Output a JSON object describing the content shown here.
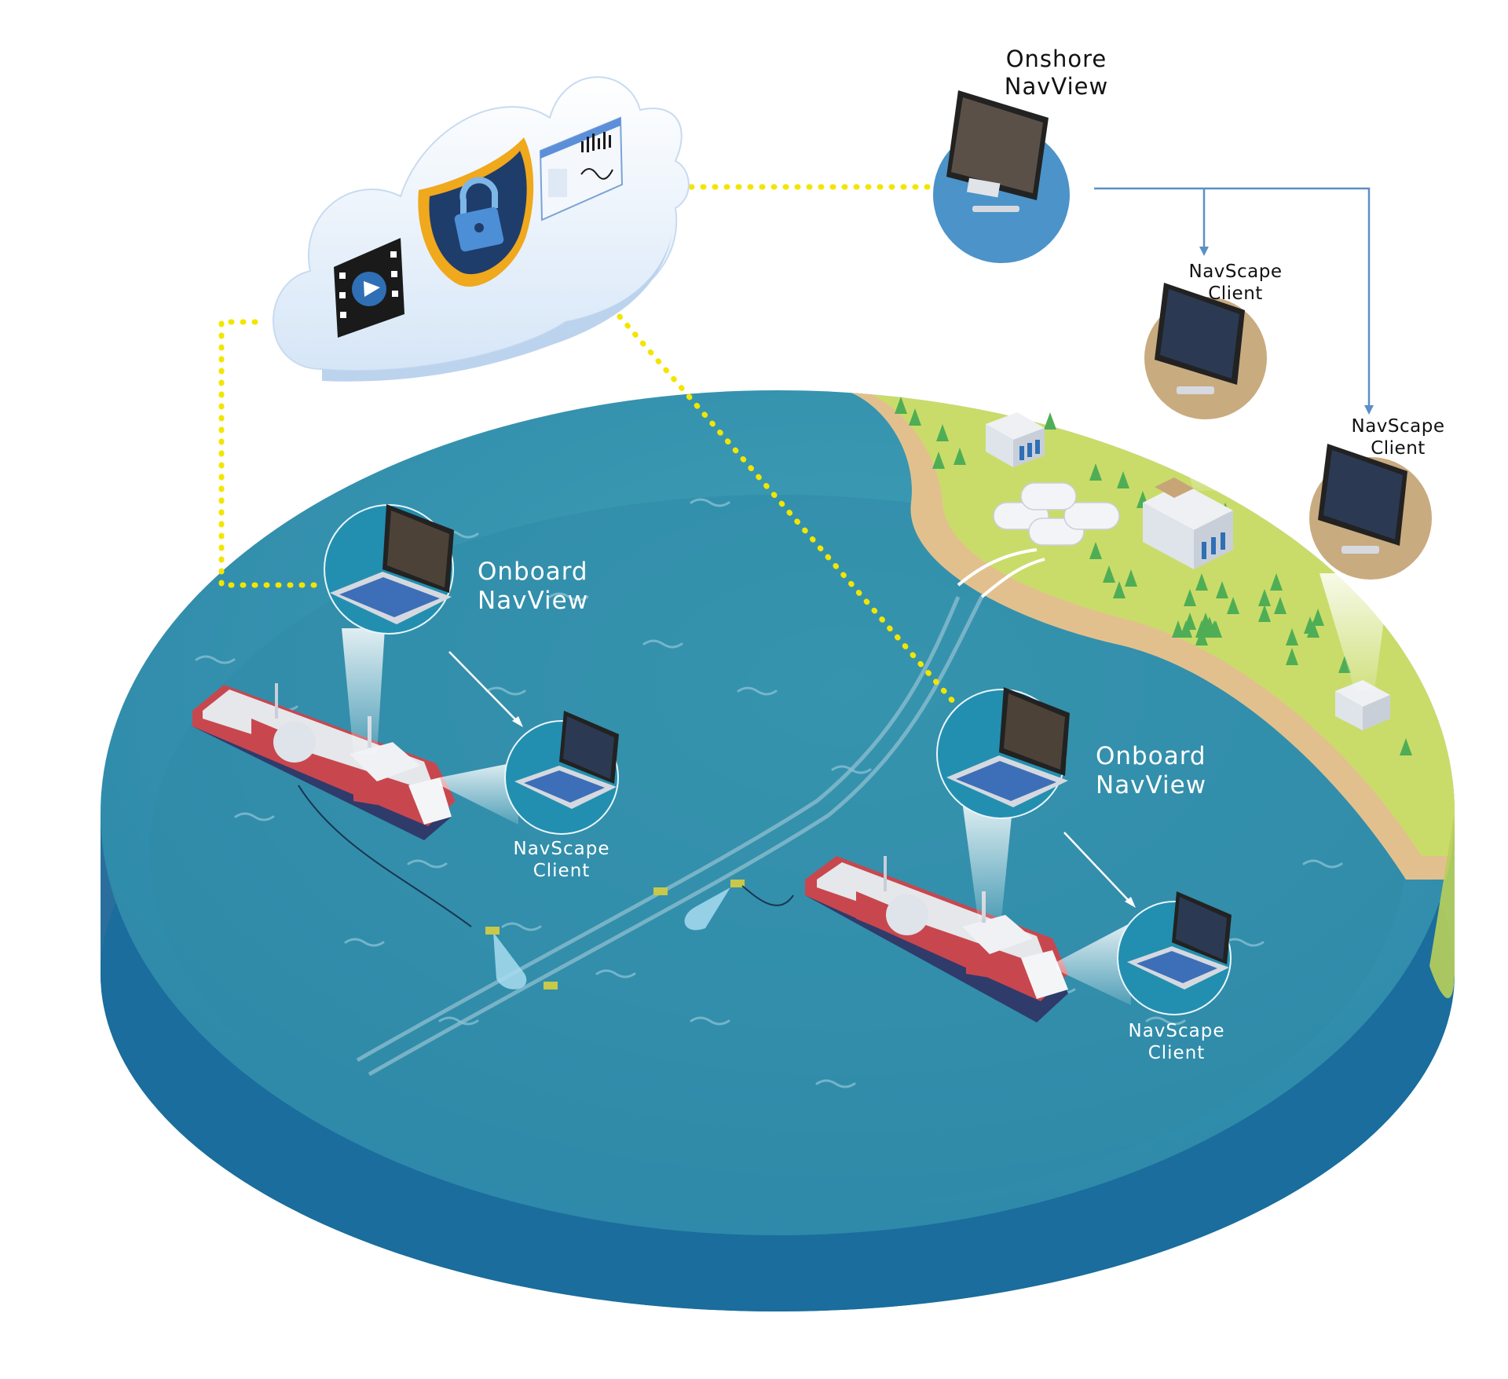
{
  "labels": {
    "onshore_navview": [
      "Onshore",
      "NavView"
    ],
    "onboard_navview_left": [
      "Onboard",
      "NavView"
    ],
    "onboard_navview_right": [
      "Onboard",
      "NavView"
    ],
    "navscape_client_shore_1": [
      "NavScape",
      "Client"
    ],
    "navscape_client_shore_2": [
      "NavScape",
      "Client"
    ],
    "navscape_client_vessel_left": [
      "NavScape",
      "Client"
    ],
    "navscape_client_vessel_right": [
      "NavScape",
      "Client"
    ]
  },
  "colors": {
    "sea_top": "#2f8fae",
    "sea_side": "#1b6f9f",
    "land": "#c9dc6a",
    "sand": "#e2c08e",
    "link_dotted": "#f2e600",
    "link_arrow": "#5b8fc7",
    "hull_red": "#c8474e",
    "hull_navy": "#2f3b6b",
    "bubble_blue": "#4b93c9",
    "bubble_tan": "#c9ab80",
    "bubble_teal": "#238fb0",
    "shield_gold": "#f0a81c",
    "shield_navy": "#1f3d6b"
  },
  "icons": {
    "cloud": "cloud-icon",
    "shield": "shield-lock-icon",
    "video": "video-film-icon",
    "dashboard": "dashboard-chart-icon",
    "laptop": "laptop-icon",
    "monitor": "monitor-icon",
    "ship": "ship-icon",
    "building": "building-icon",
    "tree": "tree-icon",
    "sonar": "sonar-sensor-icon"
  }
}
